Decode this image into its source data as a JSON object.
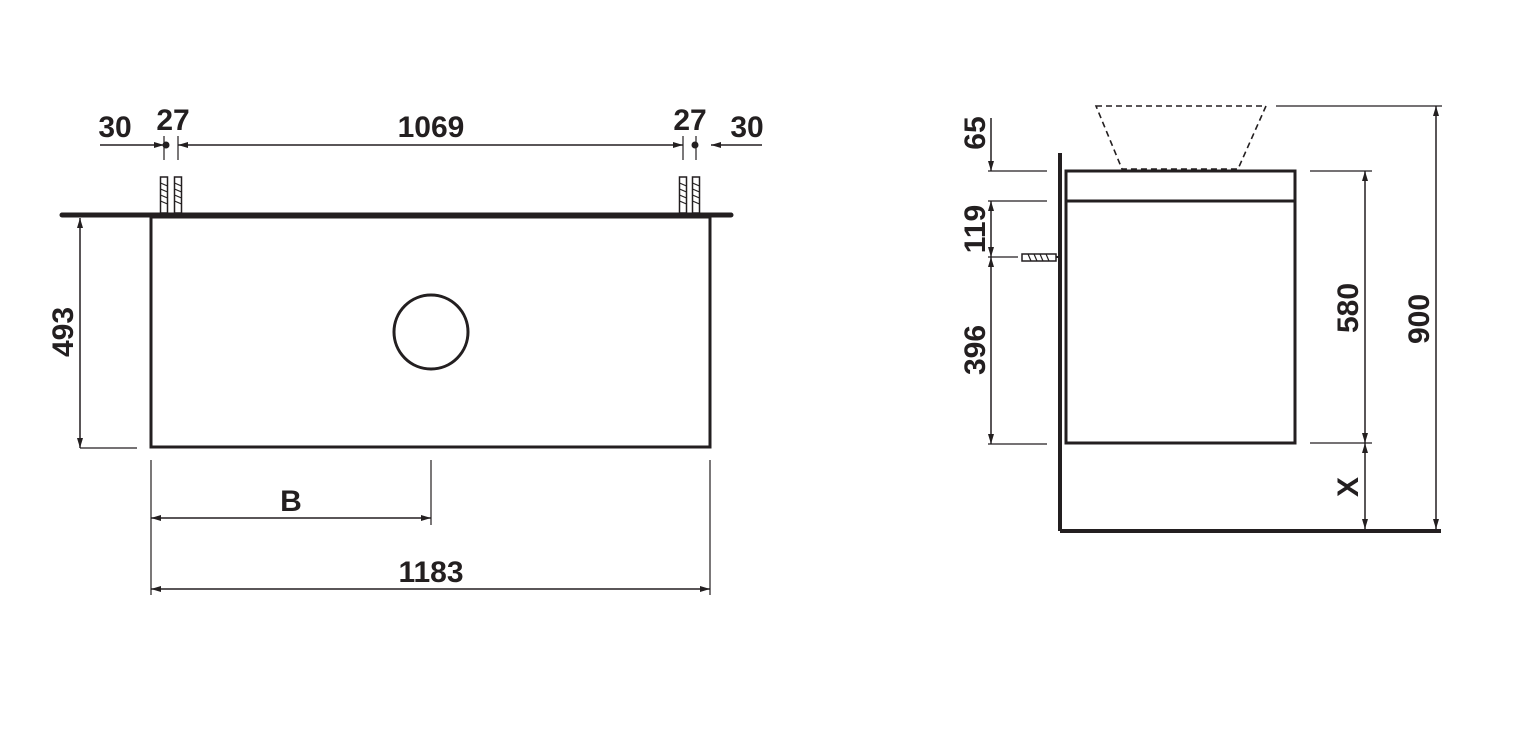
{
  "front_view": {
    "left_offset": "30",
    "left_anchor": "27",
    "anchor_span": "1069",
    "right_anchor": "27",
    "right_offset": "30",
    "height": "493",
    "b_label": "B",
    "total_width": "1183"
  },
  "side_view": {
    "basin_height": "65",
    "top_thickness": "119",
    "lower_height": "396",
    "cabinet_height": "580",
    "total_height": "900",
    "floor_gap": "X"
  }
}
